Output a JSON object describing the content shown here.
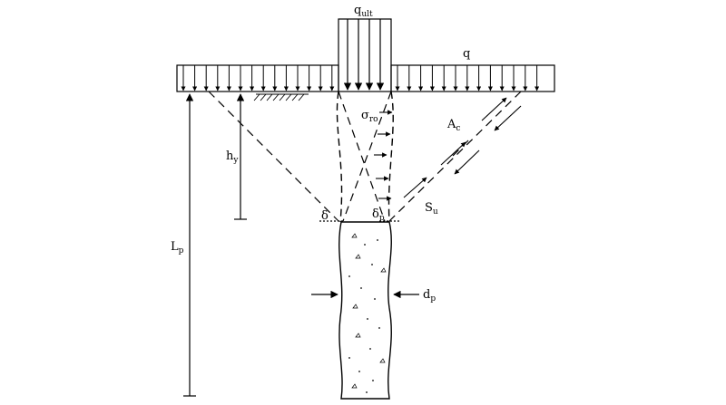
{
  "labels": {
    "q_ult": {
      "main": "q",
      "sub": "ult"
    },
    "q": {
      "main": "q"
    },
    "sigma_ro": {
      "main": "σ",
      "sub": "ro"
    },
    "A_c": {
      "main": "A",
      "sub": "c"
    },
    "h_y": {
      "main": "h",
      "sub": "y"
    },
    "L_p": {
      "main": "L",
      "sub": "p"
    },
    "delta_left": {
      "main": "δ"
    },
    "delta_p": {
      "main": "δ",
      "sub": "p"
    },
    "S_u": {
      "main": "S",
      "sub": "u"
    },
    "d_p": {
      "main": "d",
      "sub": "p"
    }
  }
}
